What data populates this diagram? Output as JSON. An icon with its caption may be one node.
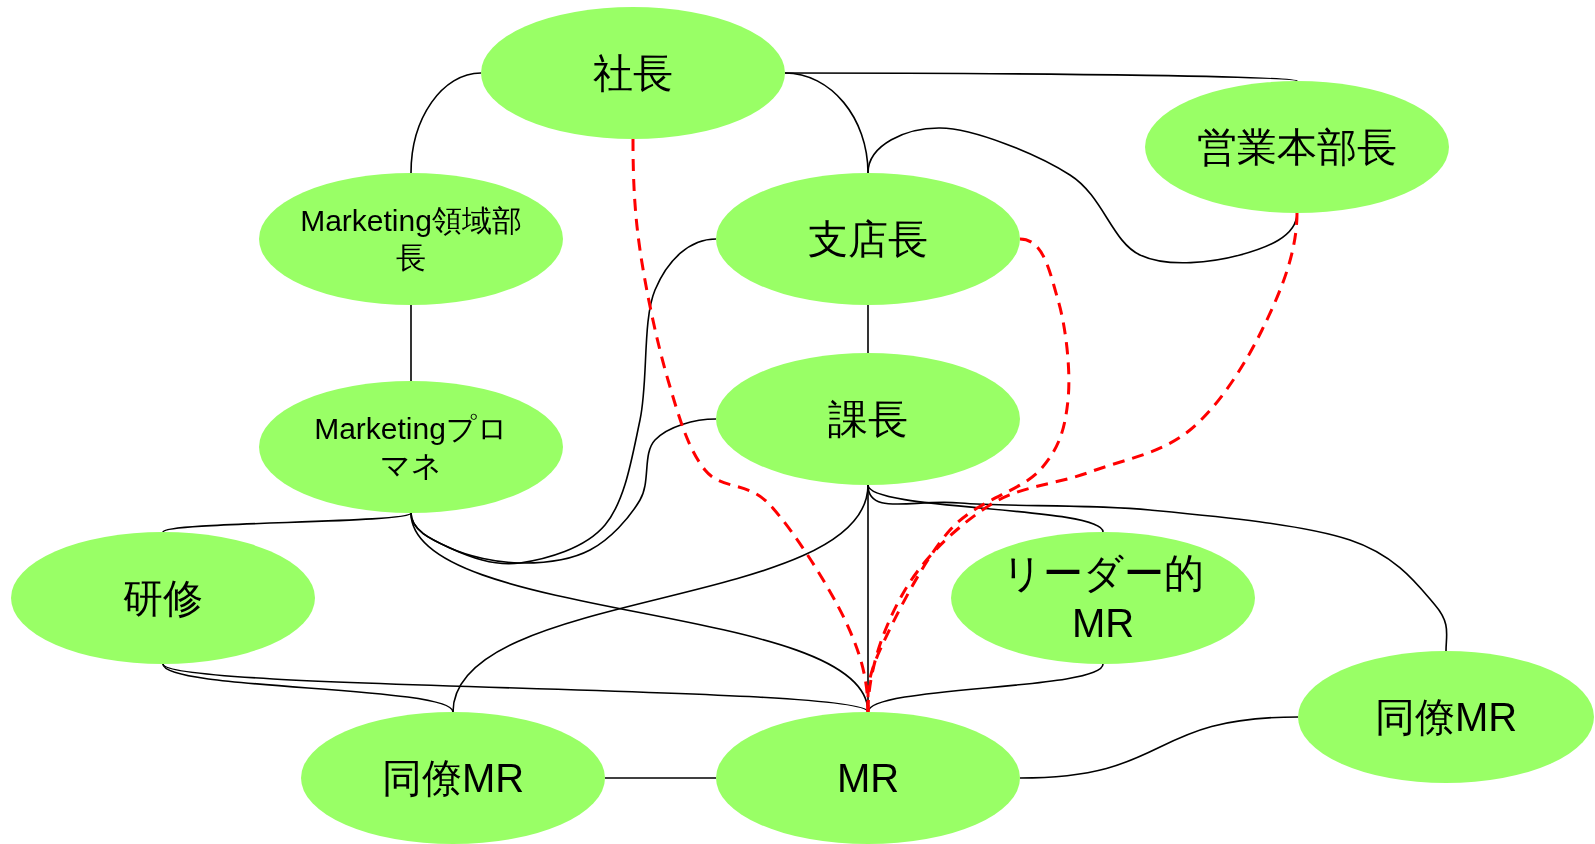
{
  "diagram": {
    "nodes": [
      {
        "text": [
          "社長"
        ]
      },
      {
        "text": [
          "営業本部長"
        ]
      },
      {
        "text": [
          "Marketing領域部長"
        ]
      },
      {
        "text": [
          "支店長"
        ]
      },
      {
        "text": [
          "課長"
        ]
      },
      {
        "text": [
          "Marketingプロマネ"
        ]
      },
      {
        "text": [
          "研修"
        ]
      },
      {
        "text": [
          "リーダー的MR"
        ]
      },
      {
        "text": [
          "同僚MR"
        ]
      },
      {
        "text": [
          "同僚MR"
        ]
      },
      {
        "text": [
          "MR"
        ]
      }
    ],
    "edges": [
      {
        "from": 0,
        "to": 2,
        "arrow": "none"
      },
      {
        "from": 0,
        "to": 1,
        "arrow": "none"
      },
      {
        "from": 0,
        "to": 3,
        "arrow": "none"
      },
      {
        "from": 3,
        "to": 1,
        "arrow": "none"
      },
      {
        "from": 2,
        "to": 5,
        "arrow": "none"
      },
      {
        "from": 3,
        "to": 4,
        "arrow": "none"
      },
      {
        "from": 3,
        "to": 5,
        "arrow": "none"
      },
      {
        "from": 4,
        "to": 5,
        "arrow": "none"
      },
      {
        "from": 5,
        "to": 6,
        "arrow": "none"
      },
      {
        "from": 5,
        "to": 10,
        "arrow": "none"
      },
      {
        "from": 4,
        "to": 10,
        "arrow": "none"
      },
      {
        "from": 4,
        "to": 9,
        "arrow": "none"
      },
      {
        "from": 4,
        "to": 7,
        "arrow": "none"
      },
      {
        "from": 4,
        "to": 8,
        "arrow": "none"
      },
      {
        "from": 6,
        "to": 10,
        "arrow": "none"
      },
      {
        "from": 6,
        "to": 9,
        "arrow": "none"
      },
      {
        "from": 7,
        "to": 10,
        "arrow": "none"
      },
      {
        "from": 9,
        "to": 10,
        "arrow": "none"
      },
      {
        "from": 10,
        "to": 8,
        "arrow": "none"
      },
      {
        "from": 0,
        "to": 10,
        "arrow": "none",
        "style": "dashed",
        "color": "#ff0000"
      },
      {
        "from": 3,
        "to": 10,
        "arrow": "none",
        "style": "dashed",
        "color": "#ff0000"
      },
      {
        "from": 1,
        "to": 10,
        "arrow": "none",
        "style": "dashed",
        "color": "#ff0000"
      }
    ]
  }
}
